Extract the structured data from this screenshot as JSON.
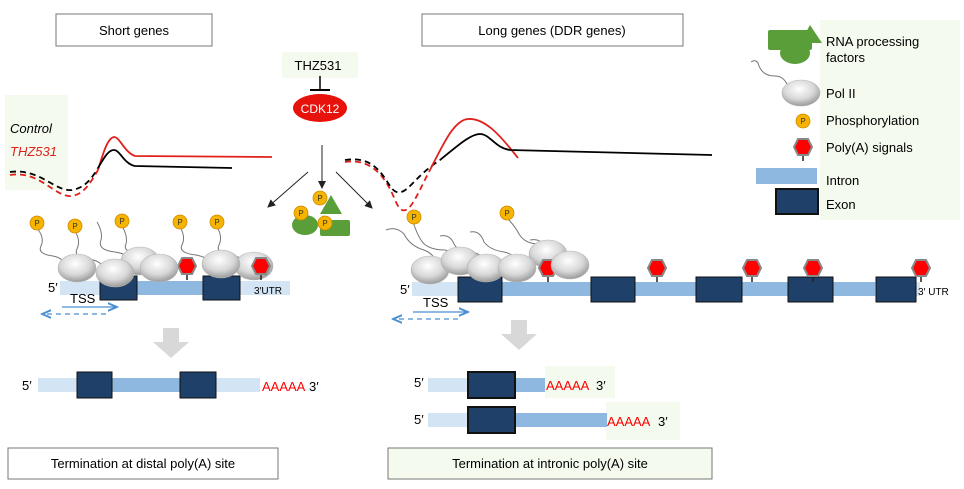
{
  "headers": {
    "short": "Short genes",
    "long": "Long genes (DDR genes)"
  },
  "drug": "THZ531",
  "kinase": "CDK12",
  "curve_legend": {
    "control": "Control",
    "treated": "THZ531"
  },
  "gene": {
    "five_prime": "5′",
    "tss": "TSS",
    "utr_left": "3′UTR",
    "utr_right": "3′ UTR",
    "phospho": "P"
  },
  "transcripts": {
    "five_prime": "5′",
    "polya": "AAAAA",
    "three_prime": "3′"
  },
  "footers": {
    "left": "Termination at distal poly(A) site",
    "right": "Termination at intronic poly(A) site"
  },
  "legend": {
    "rna_line1": "RNA processing",
    "rna_line2": "factors",
    "pol2": "Pol II",
    "phospho": "Phosphorylation",
    "polya": "Poly(A) signals",
    "intron": "Intron",
    "exon": "Exon"
  },
  "colors": {
    "exon": "#1f4068",
    "intron": "#8fb8e0",
    "utr": "#d3e5f5",
    "polya_signal": "#ff0000",
    "phospho": "#f5b400",
    "rna_factor": "#5a9e3a",
    "kinase": "#e8120c",
    "treated": "#e0201a",
    "control": "#000000",
    "panel_bg": "#f4fbee"
  }
}
